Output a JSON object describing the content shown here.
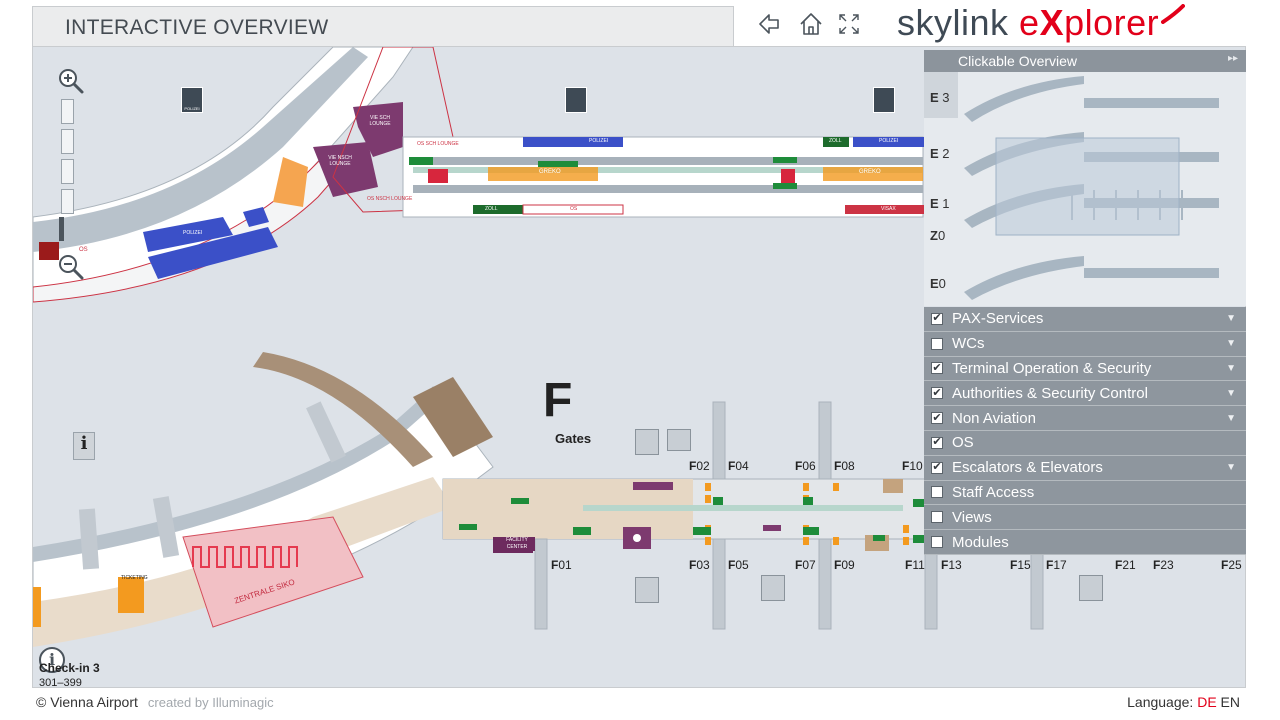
{
  "header": {
    "title": "INTERACTIVE OVERVIEW",
    "nav_icons": [
      "back-arrow-icon",
      "home-icon",
      "fullscreen-icon"
    ]
  },
  "brand": {
    "part1": "skylink ",
    "part2": "e",
    "part3": "X",
    "part4": "plorer"
  },
  "map": {
    "terminal_letter": "F",
    "terminal_sub": "Gates",
    "checkin_title": "Check-in 3",
    "checkin_range": "301–399",
    "gates_top": [
      {
        "prefix": "F",
        "num": "02"
      },
      {
        "prefix": "F",
        "num": "04"
      },
      {
        "prefix": "F",
        "num": "06"
      },
      {
        "prefix": "F",
        "num": "08"
      },
      {
        "prefix": "F",
        "num": "10"
      }
    ],
    "gates_bottom": [
      {
        "prefix": "F",
        "num": "01"
      },
      {
        "prefix": "F",
        "num": "03"
      },
      {
        "prefix": "F",
        "num": "05"
      },
      {
        "prefix": "F",
        "num": "07"
      },
      {
        "prefix": "F",
        "num": "09"
      },
      {
        "prefix": "F",
        "num": "11"
      },
      {
        "prefix": "F",
        "num": "13"
      },
      {
        "prefix": "F",
        "num": "15"
      },
      {
        "prefix": "F",
        "num": "17"
      },
      {
        "prefix": "F",
        "num": "21"
      },
      {
        "prefix": "F",
        "num": "23"
      },
      {
        "prefix": "F",
        "num": "25"
      }
    ],
    "labels": {
      "polizei": "POLIZEI",
      "os": "OS",
      "vie_sch_lounge": "VIE SCH LOUNGE",
      "vie_nsch_lounge": "VIE NSCH LOUNGE",
      "os_sch_lounge": "OS SCH LOUNGE",
      "os_nsch_lounge": "OS NSCH LOUNGE",
      "zoll": "ZOLL",
      "greko": "GREKO",
      "visa": "VISAX",
      "zentrale_siko": "ZENTRALE SIKO",
      "ticketing": "TICKETING",
      "facility_center": "FACILITY CENTER"
    }
  },
  "overview": {
    "title": "Clickable Overview",
    "levels": [
      {
        "letter": "E",
        "num": "3"
      },
      {
        "letter": "E",
        "num": "2"
      },
      {
        "letter": "E",
        "num": "1"
      },
      {
        "letter": "Z",
        "num": "0"
      },
      {
        "letter": "E",
        "num": "0"
      }
    ],
    "active_level": "E 1"
  },
  "filters": [
    {
      "label": "PAX-Services",
      "checked": true,
      "expandable": true
    },
    {
      "label": "WCs",
      "checked": false,
      "expandable": true
    },
    {
      "label": "Terminal Operation & Security",
      "checked": true,
      "expandable": true
    },
    {
      "label": "Authorities & Security Control",
      "checked": true,
      "expandable": true
    },
    {
      "label": "Non Aviation",
      "checked": true,
      "expandable": true
    },
    {
      "label": "OS",
      "checked": true,
      "expandable": false
    },
    {
      "label": "Escalators & Elevators",
      "checked": true,
      "expandable": true
    },
    {
      "label": "Staff Access",
      "checked": false,
      "expandable": false
    },
    {
      "label": "Views",
      "checked": false,
      "expandable": false
    },
    {
      "label": "Modules",
      "checked": false,
      "expandable": false
    }
  ],
  "footer": {
    "copyright": "© Vienna Airport",
    "credit": "created by Illuminagic",
    "language_label": "Language:",
    "lang_de": "DE",
    "lang_en": "EN"
  },
  "colors": {
    "accent_red": "#e2001a",
    "police_blue": "#3b50c8",
    "lounge_purple": "#7d3a6f",
    "orange": "#f39a1f",
    "panel_grey": "#8e969e",
    "map_bg": "#dde2e8"
  }
}
